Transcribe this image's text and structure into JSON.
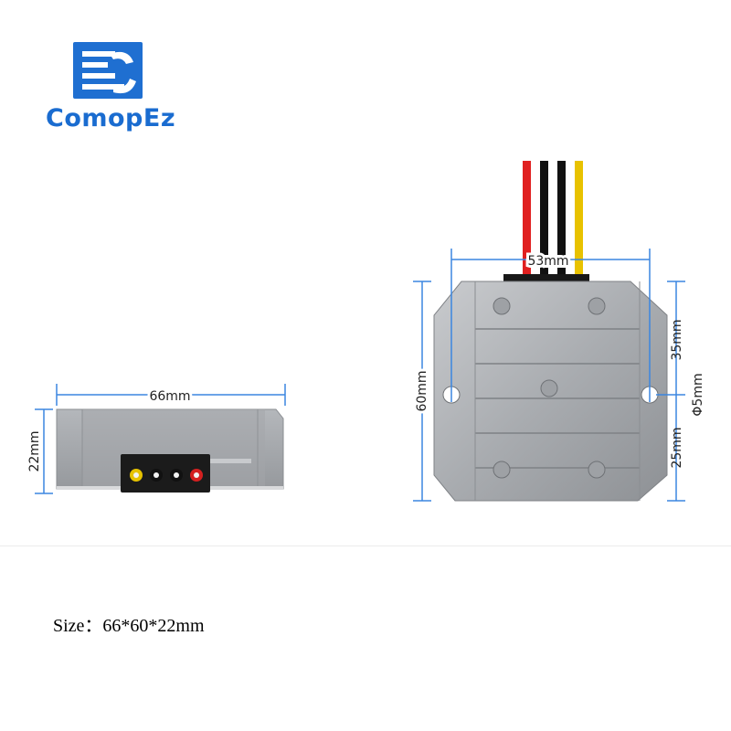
{
  "brand": {
    "name": "ComopEz",
    "logo_color": "#1f6fd1"
  },
  "side_view": {
    "width_label": "66mm",
    "height_label": "22mm",
    "wire_colors": [
      "#e6c200",
      "#111111",
      "#111111",
      "#d42020"
    ]
  },
  "top_view": {
    "width_label": "53mm",
    "height_label": "60mm",
    "top_offset_label": "35mm",
    "bottom_offset_label": "25mm",
    "hole_label": "Φ5mm",
    "wire_colors": [
      "#e02020",
      "#111111",
      "#111111",
      "#e8c200"
    ]
  },
  "dimension_color": "#3b86e0",
  "caption": "Size：66*60*22mm"
}
